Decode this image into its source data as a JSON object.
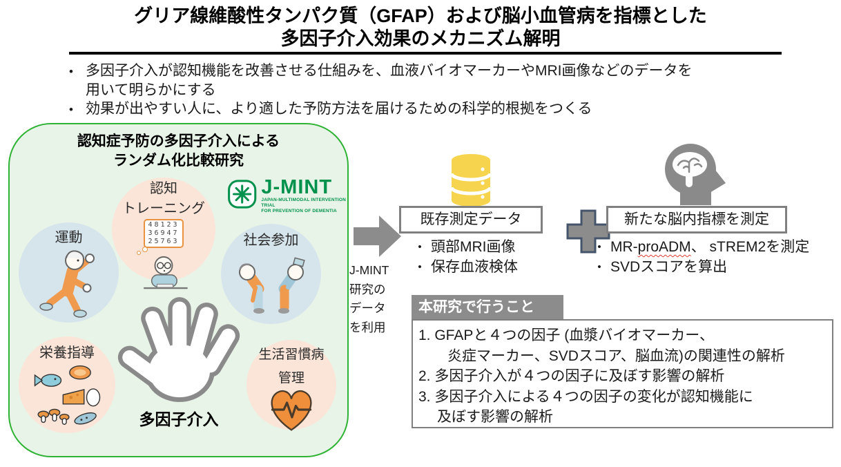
{
  "colors": {
    "panel_border_green": "#2fb335",
    "panel_bg_green": "#e9f4e8",
    "circle_peach": "#fbe5d8",
    "circle_blue": "#d6e4ec",
    "icon_gray": "#8a8a8a",
    "database_yellow": "#f6d44d",
    "jmint_green": "#00924d",
    "plus_border_navy": "#44546a",
    "section_header_gray": "#8c8c8c",
    "heart_orange": "#ef8f3b",
    "spellcheck_red": "#e03c31"
  },
  "title": {
    "line1": "グリア線維酸性タンパク質（GFAP）および脳小血管病を指標とした",
    "line2": "多因子介入効果のメカニズム解明"
  },
  "objectives": [
    {
      "lines": [
        "多因子介入が認知機能を改善させる仕組みを、血液バイオマーカーやMRI画像などのデータを",
        "用いて明らかにする"
      ]
    },
    {
      "lines": [
        "効果が出やすい人に、より適した予防方法を届けるための科学的根拠をつくる"
      ]
    }
  ],
  "jmint_panel": {
    "title_line1": "認知症予防の多因子介入による",
    "title_line2": "ランダム化比較研究",
    "logo": {
      "wordmark": "J-MINT",
      "subtitle_line1": "JAPAN-MULTIMODAL INTERVENTION TRIAL",
      "subtitle_line2": "FOR PREVENTION OF DEMENTIA"
    },
    "interventions": {
      "exercise": {
        "label": "運動"
      },
      "cognitive": {
        "label_line1": "認知",
        "label_line2": "トレーニング",
        "number_grid_rows": [
          "48123",
          "36947",
          "25763"
        ]
      },
      "social": {
        "label": "社会参加"
      },
      "nutrition": {
        "label": "栄養指導"
      },
      "lifestyle": {
        "label_line1": "生活習慣病",
        "label_line2": "管理"
      }
    },
    "center_label": "多因子介入"
  },
  "flow_arrow": {
    "caption": [
      "J-MINT",
      "研究の",
      "データ",
      "を利用"
    ]
  },
  "existing_data": {
    "box_title": "既存測定データ",
    "bullets": [
      "頭部MRI画像",
      "保存血液検体"
    ]
  },
  "new_indicators": {
    "box_title": "新たな脳内指標を測定",
    "bullet1_prefix": "MR-",
    "bullet1_spellcheck_word": "proADM",
    "bullet1_suffix": "、 sTREM2を測定",
    "bullet2": "SVDスコアを算出"
  },
  "study_plan": {
    "header": "本研究で行うこと",
    "lines": [
      "1. GFAPと４つの因子 (血漿バイオマーカー、",
      "炎症マーカー、SVDスコア、脳血流)の関連性の解析",
      "2. 多因子介入が４つの因子に及ぼす影響の解析",
      "3. 多因子介入による４つの因子の変化が認知機能に",
      "及ぼす影響の解析"
    ]
  }
}
